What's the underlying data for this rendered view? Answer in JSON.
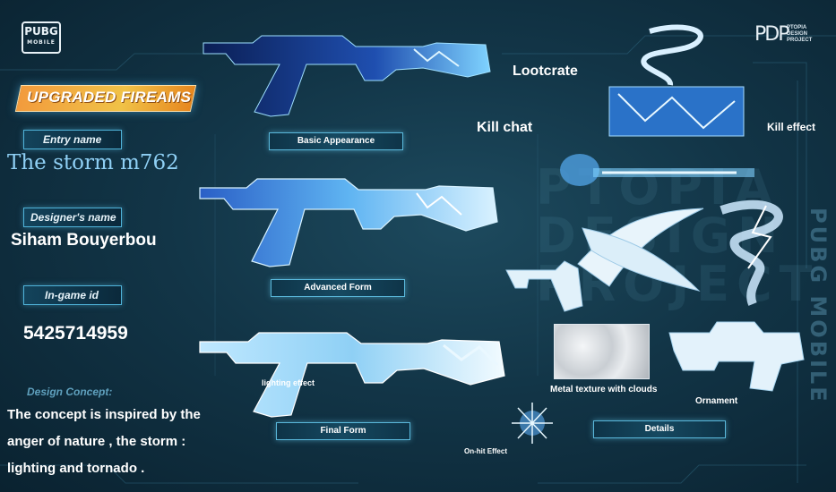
{
  "branding": {
    "game_logo": "PUBG",
    "game_logo_sub": "MOBILE",
    "studio_logo_mark": "PDP",
    "studio_logo_text_1": "PTOPIA",
    "studio_logo_text_2": "DESIGN",
    "studio_logo_text_3": "PROJECT"
  },
  "banner": {
    "title": "UPGRADED FIREAMS"
  },
  "info": {
    "entry_label": "Entry name",
    "entry_value": "The storm m762",
    "designer_label": "Designer's name",
    "designer_value": "Siham Bouyerbou",
    "id_label": "In-game id",
    "id_value": "5425714959",
    "concept_label": "Design Concept:",
    "concept_lines": [
      "The concept is inspired by the",
      "anger of nature , the storm :",
      "lighting and tornado ."
    ]
  },
  "weapons": {
    "basic_label": "Basic Appearance",
    "advanced_label": "Advanced Form",
    "final_label": "Final Form",
    "lighting_effect_label": "lighting effect"
  },
  "extras": {
    "lootcrate_label": "Lootcrate",
    "kill_chat_label": "Kill chat",
    "kill_effect_label": "Kill effect",
    "metal_texture_label": "Metal texture with clouds",
    "ornament_label": "Ornament",
    "details_label": "Details",
    "on_hit_label": "On-hit Effect"
  },
  "side_text": "PUBG MOBILE",
  "watermark_lines": [
    "PTOPIA",
    "DESIGN",
    "PROJECT"
  ],
  "colors": {
    "background": "#123547",
    "accent_cyan": "#5ab8db",
    "banner_orange": "#f0c247",
    "entry_blue": "#8fd0f5"
  }
}
